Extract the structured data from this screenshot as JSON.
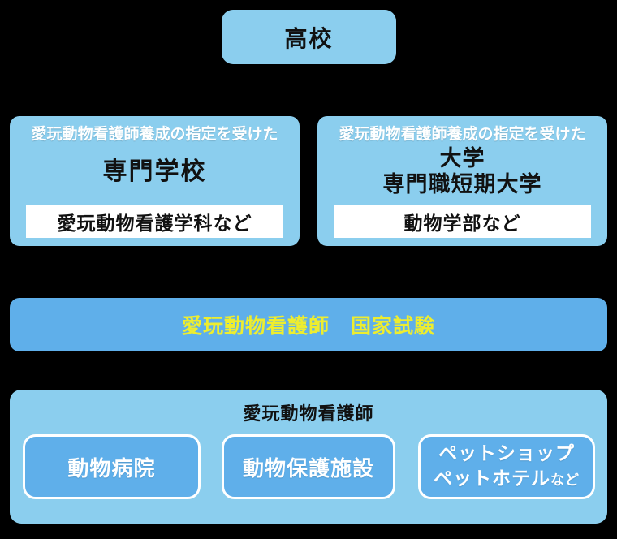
{
  "colors": {
    "background": "#000000",
    "light_blue": "#8BCEEE",
    "mid_blue": "#5FAFEA",
    "yellow_text": "#EDED2F",
    "white": "#FFFFFF",
    "black_text": "#111111"
  },
  "top_box": {
    "label": "高校"
  },
  "path_boxes": [
    {
      "header": "愛玩動物看護師養成の指定を受けた",
      "title_lines": [
        "専門学校"
      ],
      "sub_label": "愛玩動物看護学科など"
    },
    {
      "header": "愛玩動物看護師養成の指定を受けた",
      "title_lines": [
        "大学",
        "専門職短期大学"
      ],
      "sub_label": "動物学部など"
    }
  ],
  "exam_bar": {
    "label": "愛玩動物看護師　国家試験"
  },
  "career": {
    "title": "愛玩動物看護師",
    "jobs": [
      {
        "label": "動物病院"
      },
      {
        "label": "動物保護施設"
      },
      {
        "line1": "ペットショップ",
        "line2": "ペットホテル",
        "suffix": "など"
      }
    ]
  }
}
